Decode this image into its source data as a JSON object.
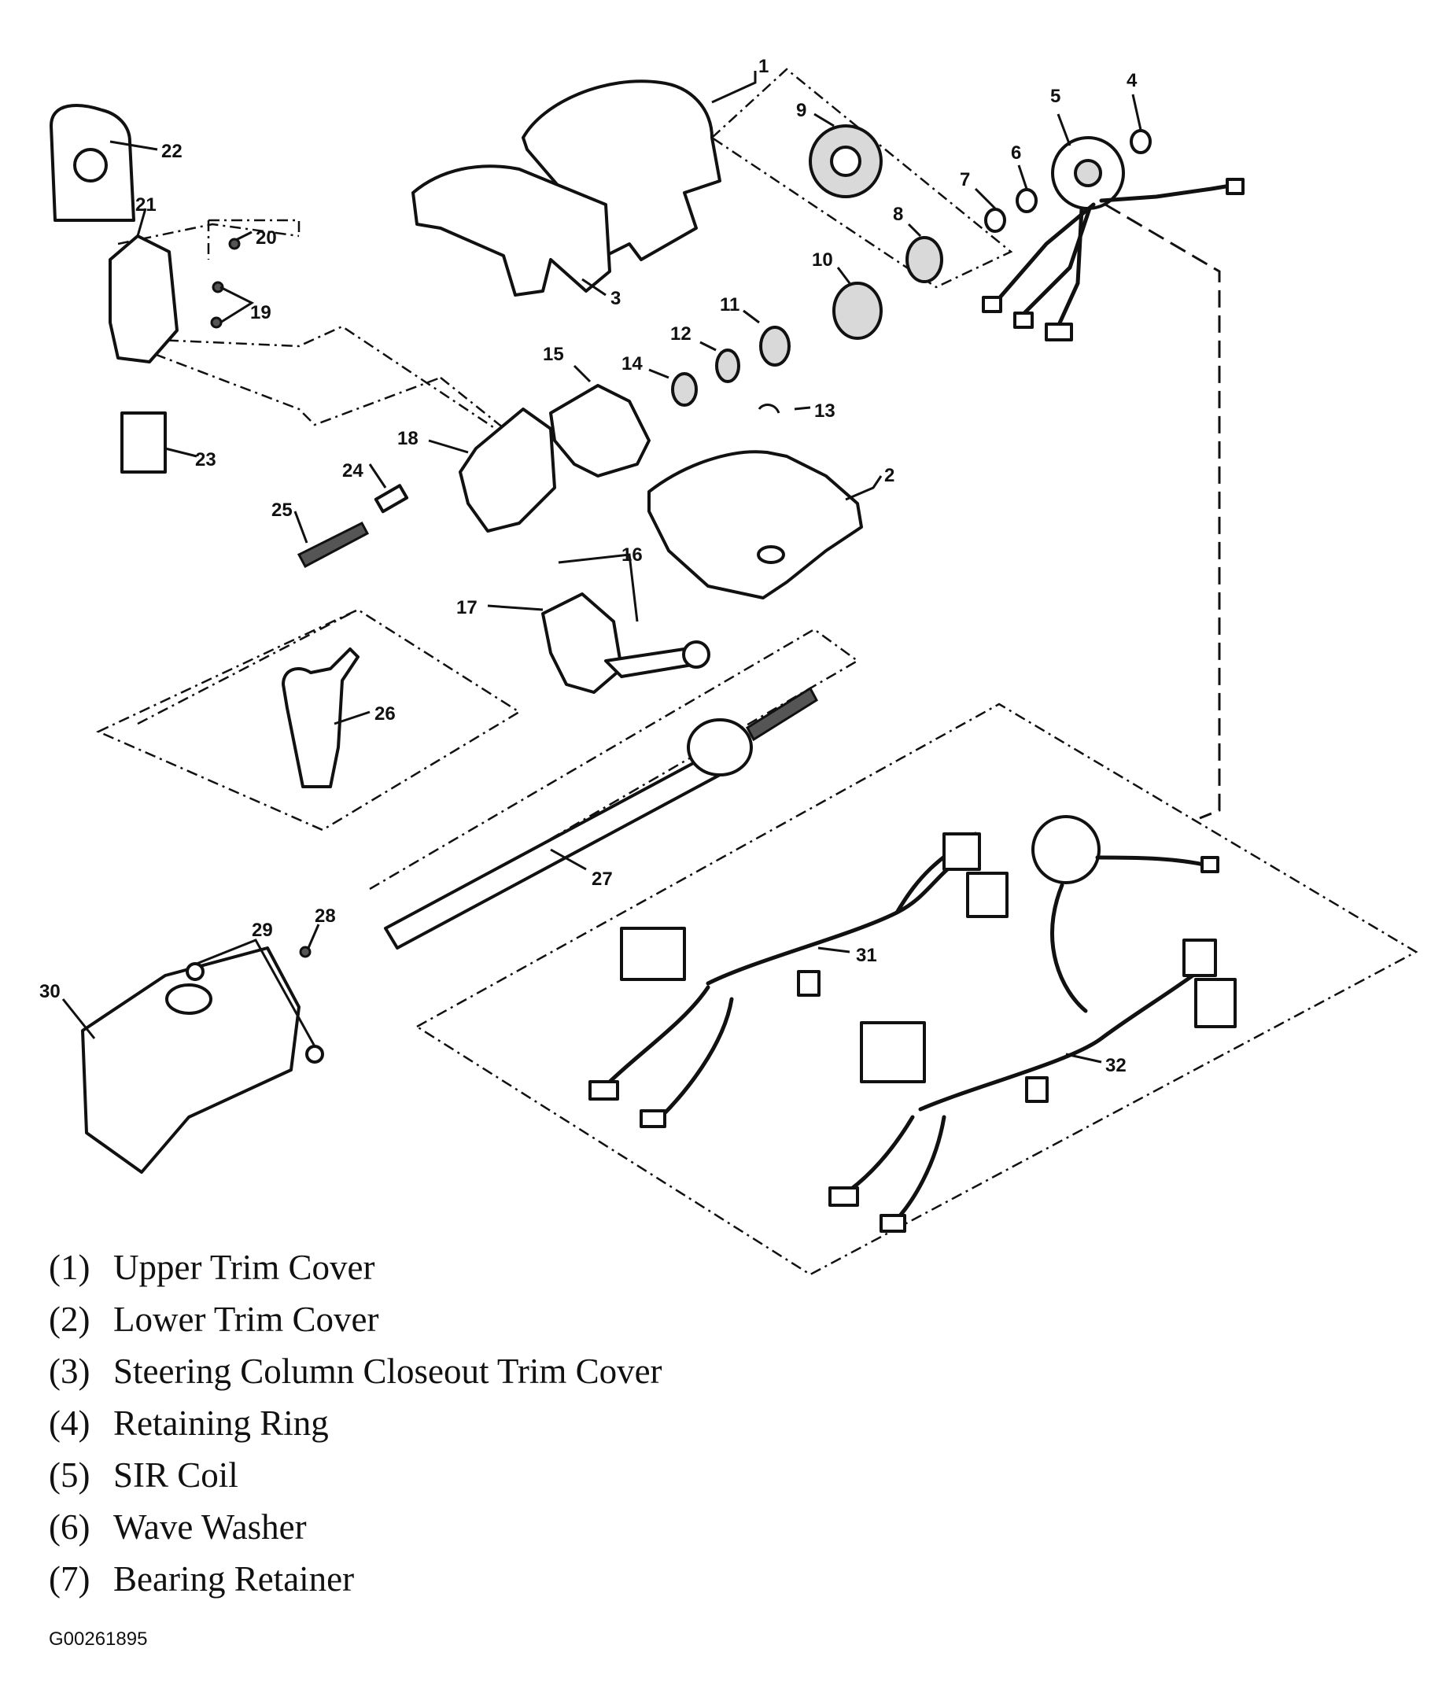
{
  "callouts": [
    "1",
    "2",
    "3",
    "4",
    "5",
    "6",
    "7",
    "8",
    "9",
    "10",
    "11",
    "12",
    "13",
    "14",
    "15",
    "16",
    "17",
    "18",
    "19",
    "20",
    "21",
    "22",
    "23",
    "24",
    "25",
    "26",
    "27",
    "28",
    "29",
    "30",
    "31",
    "32"
  ],
  "legend": [
    {
      "num": "(1)",
      "text": "Upper Trim Cover"
    },
    {
      "num": "(2)",
      "text": "Lower Trim Cover"
    },
    {
      "num": "(3)",
      "text": "Steering Column Closeout Trim Cover"
    },
    {
      "num": "(4)",
      "text": "Retaining Ring"
    },
    {
      "num": "(5)",
      "text": "SIR Coil"
    },
    {
      "num": "(6)",
      "text": "Wave Washer"
    },
    {
      "num": "(7)",
      "text": "Bearing Retainer"
    }
  ],
  "figure_id": "G00261895"
}
